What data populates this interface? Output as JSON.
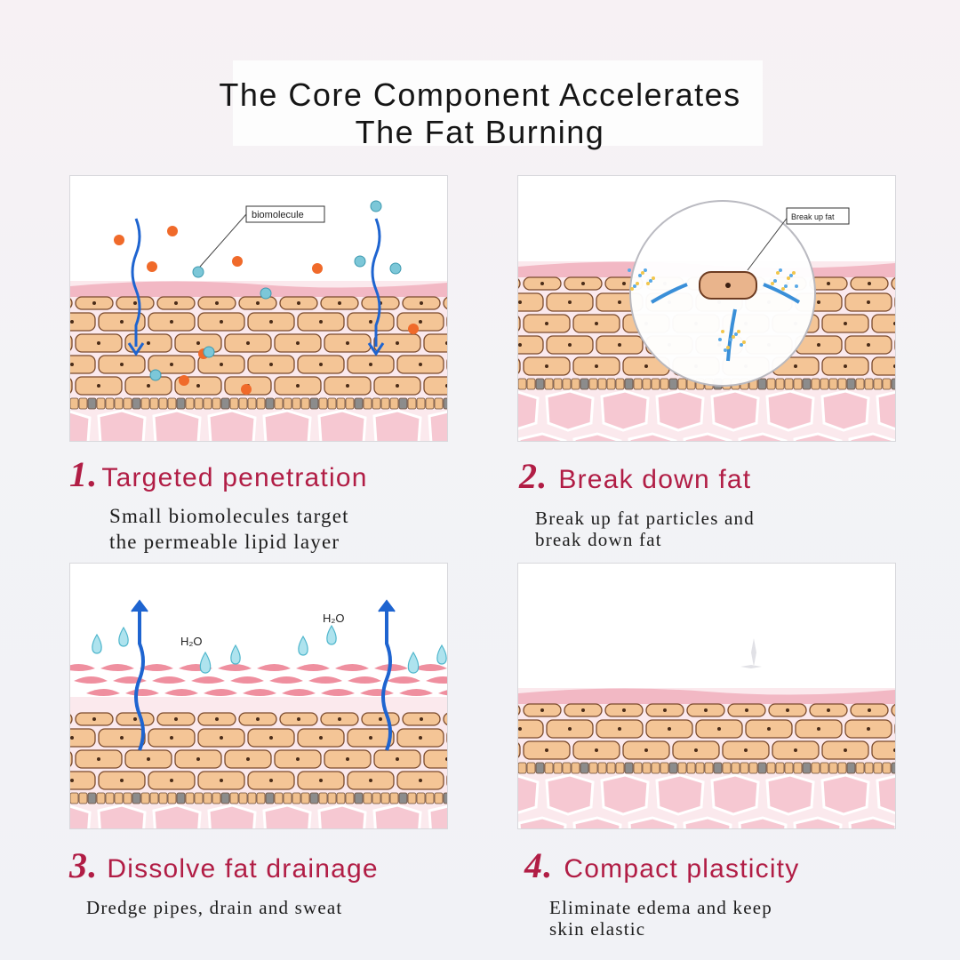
{
  "title": {
    "line1": "The Core Component Accelerates",
    "line2": "The Fat Burning"
  },
  "steps": [
    {
      "num": "1.",
      "heading": "Targeted penetration",
      "desc1": "Small biomolecules target",
      "desc2": "the permeable lipid layer",
      "label": "biomolecule"
    },
    {
      "num": "2.",
      "heading": "Break down fat",
      "desc1": "Break up fat particles and",
      "desc2": "break down fat",
      "label": "Break up fat"
    },
    {
      "num": "3.",
      "heading": "Dissolve fat drainage",
      "desc1": "Dredge pipes, drain and sweat",
      "label_h2o": "H₂O"
    },
    {
      "num": "4.",
      "heading": "Compact plasticity",
      "desc1": "Eliminate edema and keep",
      "desc2": "skin elastic"
    }
  ],
  "colors": {
    "accent": "#b11d45",
    "fat": "#f4c596",
    "skin": "#f2b8c4",
    "arrow": "#1e64d0",
    "water": "#7fd1e3"
  }
}
